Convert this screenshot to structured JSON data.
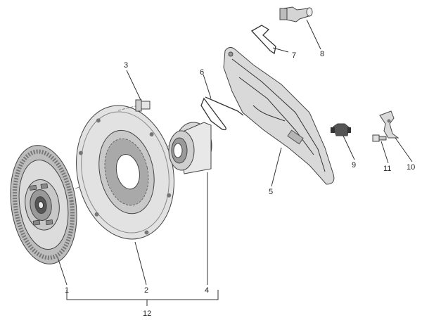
{
  "diagram": {
    "labels": {
      "p1": "1",
      "p2": "2",
      "p3": "3",
      "p4": "4",
      "p5": "5",
      "p6": "6",
      "p7": "7",
      "p8": "8",
      "p9": "9",
      "p10": "10",
      "p11": "11",
      "p12": "12"
    },
    "colors": {
      "outline": "#444444",
      "fill_light": "#e9e9e9",
      "fill_mid": "#cfcfcf",
      "fill_dark": "#9a9a9a",
      "friction": "#b8b8b8"
    }
  }
}
